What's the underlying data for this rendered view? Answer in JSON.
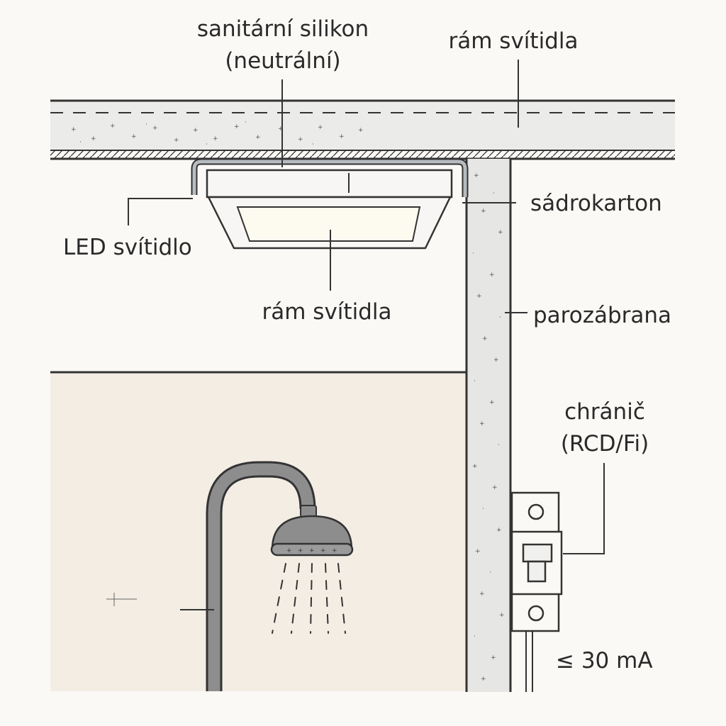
{
  "labels": {
    "silicone_line1": "sanitární silikon",
    "silicone_line2": "(neutrální)",
    "frame_top": "rám svítidla",
    "drywall": "sádrokarton",
    "led_fixture": "LED svítidlo",
    "frame_bottom": "rám svítidla",
    "vapor_barrier": "parozábrana",
    "rcd_line1": "chránič",
    "rcd_line2": "(RCD/Fi)",
    "current": "≤ 30 mA"
  },
  "colors": {
    "background": "#fbf9f6",
    "ceiling": "#ebebea",
    "wall": "#e6e6e4",
    "shower_zone": "#f3ede4",
    "silicone": "#b7bcc0",
    "lamp_panel": "#fdfbf0",
    "shower_metal": "#8d8d8d",
    "outline": "#333333"
  }
}
